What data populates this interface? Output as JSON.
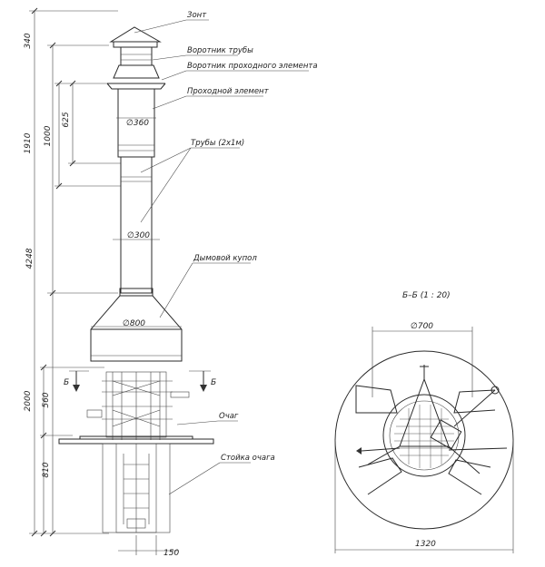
{
  "callouts": {
    "umbrella": "Зонт",
    "pipe_collar": "Воротник трубы",
    "pass_collar": "Воротник проходного элемента",
    "pass_element": "Проходной элемент",
    "pipes": "Трубы (2х1м)",
    "hood": "Дымовой купол",
    "hearth": "Очаг",
    "stand": "Стойка очага"
  },
  "dims": {
    "total_height": "4248",
    "d340": "340",
    "d1910": "1910",
    "d1000": "1000",
    "d625": "625",
    "d2000": "2000",
    "d560": "560",
    "d810": "810",
    "d150": "150",
    "diam_360": "∅360",
    "diam_300": "∅300",
    "diam_800": "∅800",
    "diam_700": "∅700",
    "d1320": "1320"
  },
  "section": {
    "title": "Б–Б (1 : 20)",
    "mark": "Б"
  }
}
